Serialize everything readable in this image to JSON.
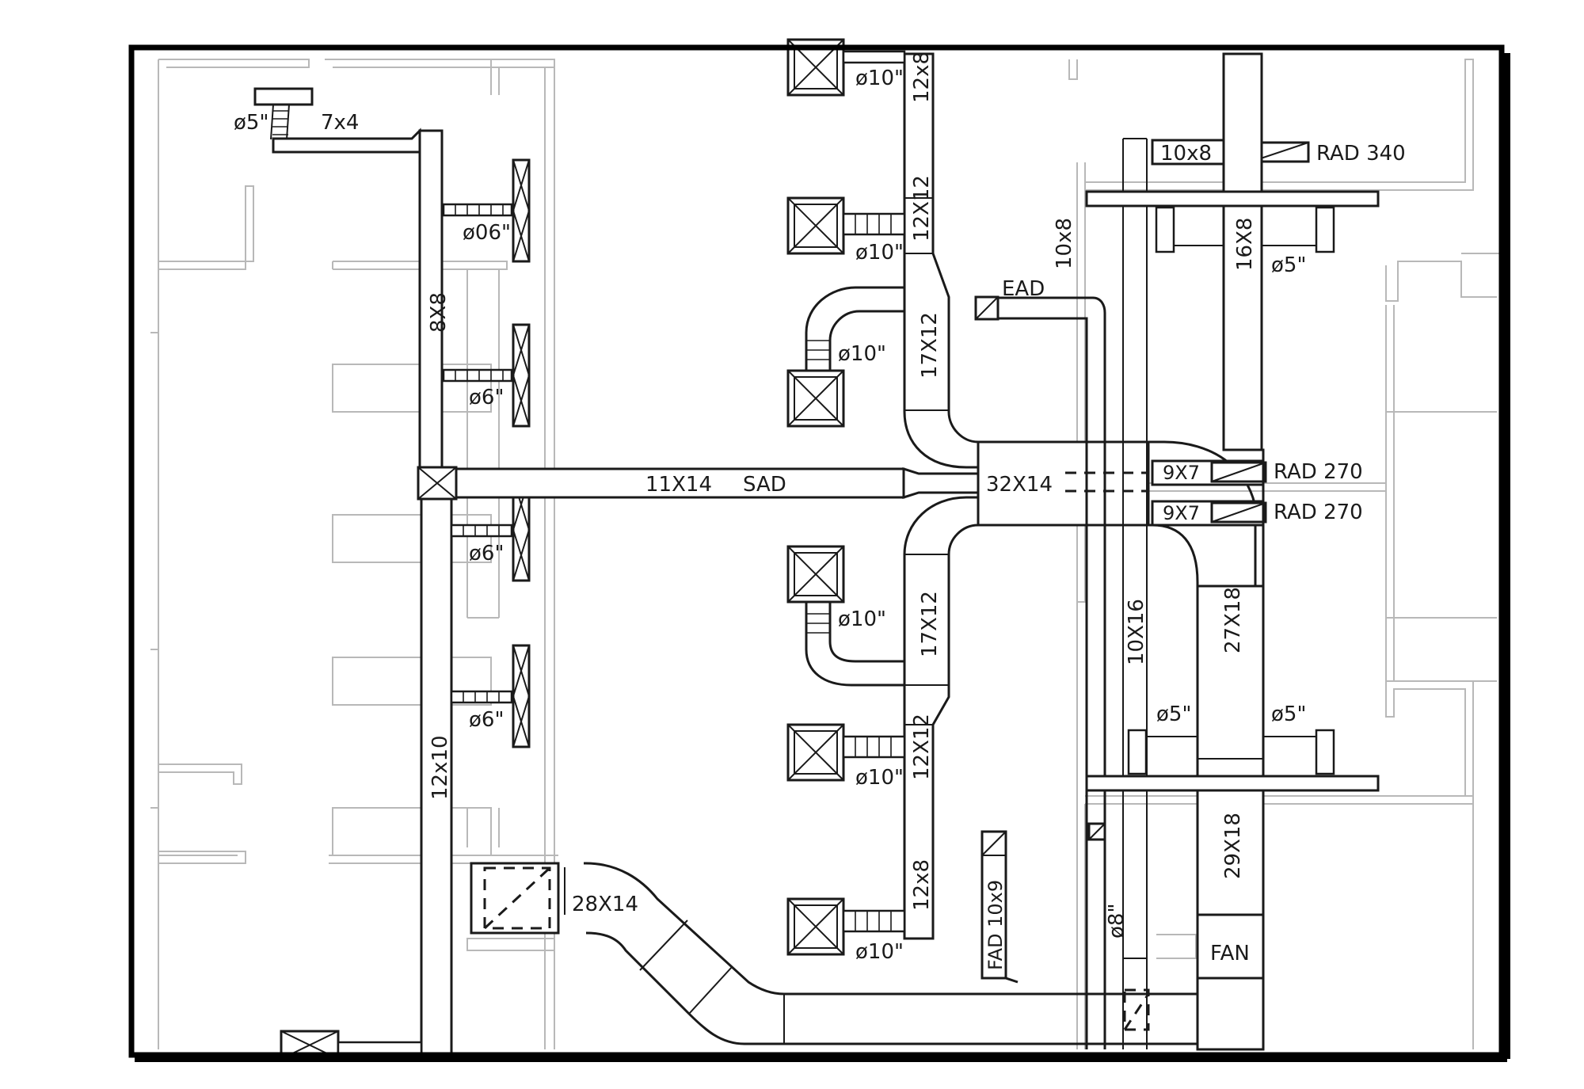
{
  "labels": {
    "d5_top": "ø5\"",
    "d_7x4": "7x4",
    "d06": "ø06\"",
    "d8x8": "8X8",
    "d6_a": "ø6\"",
    "d6_b": "ø6\"",
    "d6_c": "ø6\"",
    "d12x10": "12x10",
    "d11x14": "11X14",
    "sad": "SAD",
    "d32x14": "32X14",
    "d28x14": "28X14",
    "d10_top": "ø10\"",
    "d12x8_top": "12x8",
    "d10_b": "ø10\"",
    "d12x12_top": "12X12",
    "d10_c": "ø10\"",
    "d17x12_top": "17X12",
    "d10_d": "ø10\"",
    "d17x12_bot": "17X12",
    "d10_e": "ø10\"",
    "d12x12_bot": "12X12",
    "d10_f": "ø10\"",
    "d12x8_bot": "12x8",
    "ead": "EAD",
    "d10x8_v": "10x8",
    "d10x8_h": "10x8",
    "rad340": "RAD  340",
    "d16x8": "16X8",
    "d5_r1": "ø5\"",
    "d9x7_a": "9X7",
    "rad270_a": "RAD  270",
    "d9x7_b": "9X7",
    "rad270_b": "RAD  270",
    "d10x16": "10X16",
    "d27x18": "27X18",
    "d5_l2": "ø5\"",
    "d5_r2": "ø5\"",
    "d29x18": "29X18",
    "fad": "FAD 10x9",
    "d8_v": "ø8\"",
    "fan": "FAN"
  }
}
